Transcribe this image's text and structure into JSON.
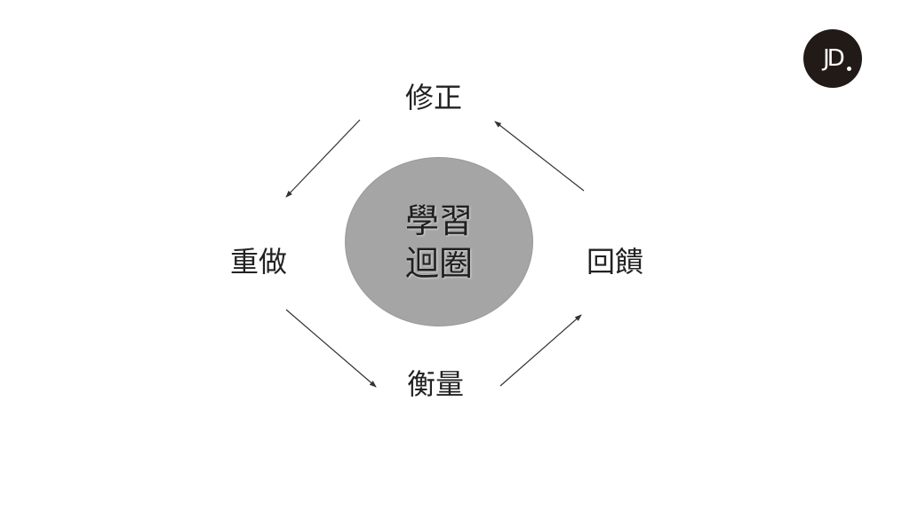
{
  "diagram": {
    "center": {
      "line1": "學習",
      "line2": "迴圈"
    },
    "nodes": {
      "top": "修正",
      "left": "重做",
      "bottom": "衡量",
      "right": "回饋"
    },
    "flow": [
      "修正",
      "重做",
      "衡量",
      "回饋"
    ]
  },
  "logo": {
    "text": "JD"
  },
  "colors": {
    "background": "#ffffff",
    "circle_fill": "#a5a5a5",
    "text": "#222222",
    "logo_bg": "#211a17"
  }
}
